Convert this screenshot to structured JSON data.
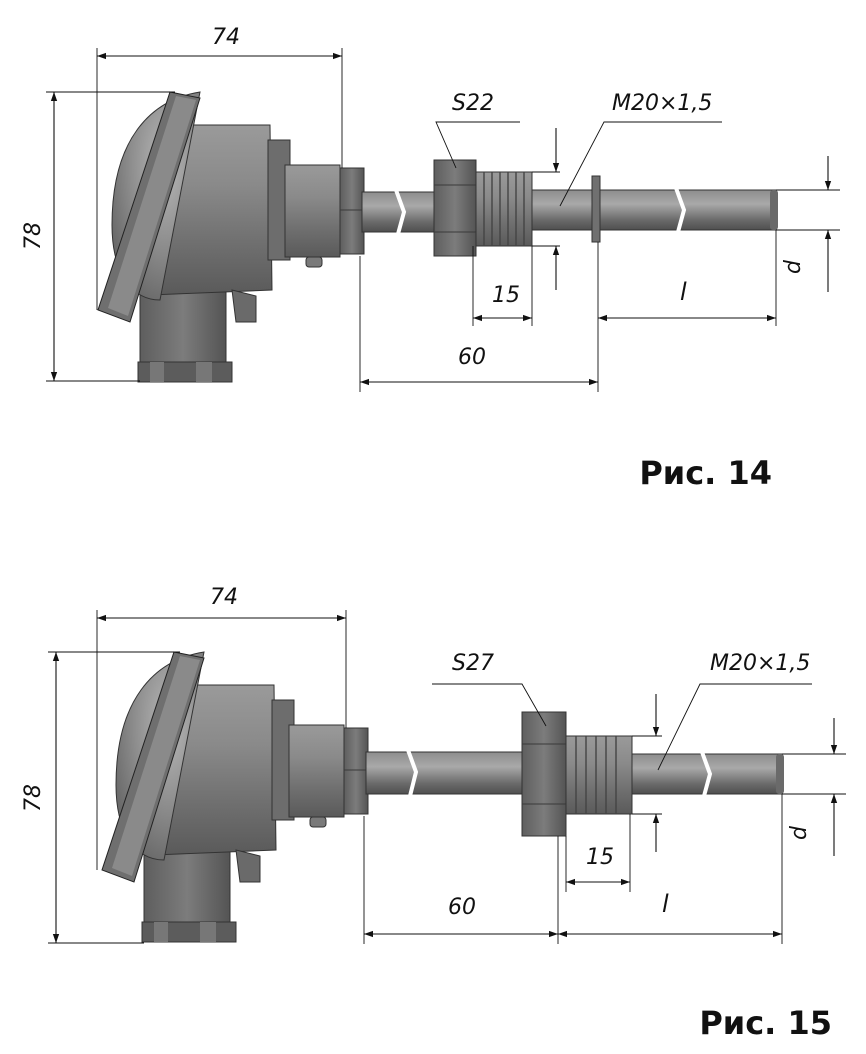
{
  "figures": [
    {
      "caption": "Рис. 14",
      "dims": {
        "width": "74",
        "height": "78",
        "hex": "S22",
        "thread": "M20×1,5",
        "thread_len": "15",
        "probe_len": "l",
        "offset": "60",
        "diameter": "d"
      }
    },
    {
      "caption": "Рис. 15",
      "dims": {
        "width": "74",
        "height": "78",
        "hex": "S27",
        "thread": "M20×1,5",
        "thread_len": "15",
        "probe_len": "l",
        "offset": "60",
        "diameter": "d"
      }
    }
  ],
  "colors": {
    "metal_light": "#bdbdbd",
    "metal_mid": "#7a7a7a",
    "metal_dark": "#4a4a4a",
    "line": "#111111"
  }
}
